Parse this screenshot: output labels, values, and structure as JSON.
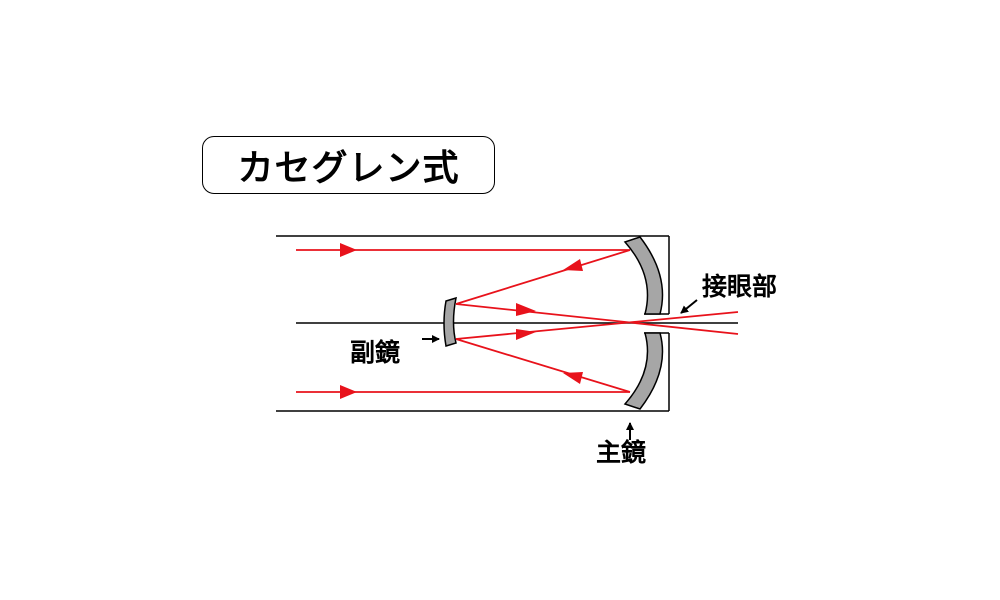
{
  "title": "カセグレン式",
  "labels": {
    "eyepiece": "接眼部",
    "secondary_mirror": "副鏡",
    "primary_mirror": "主鏡"
  },
  "colors": {
    "ray": "#e8121b",
    "mirror_fill": "#a6a6a6",
    "outline": "#000000",
    "background": "#ffffff"
  }
}
